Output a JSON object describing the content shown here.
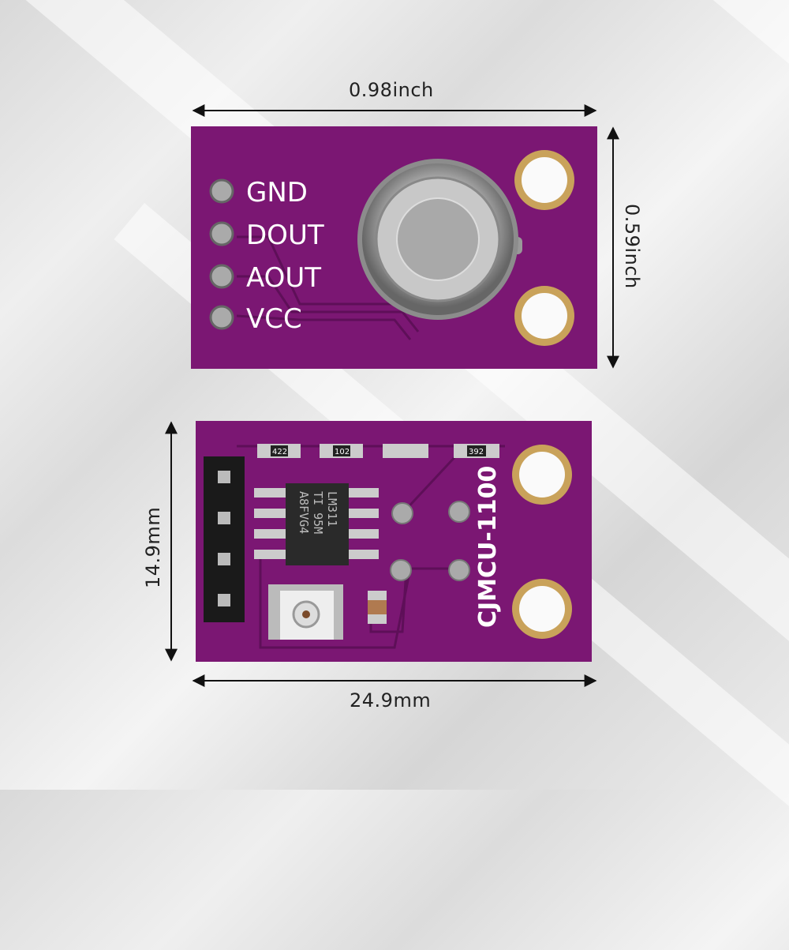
{
  "dimensions": {
    "top_width": "0.98inch",
    "top_height": "0.59inch",
    "bottom_height": "14.9mm",
    "bottom_width": "24.9mm"
  },
  "top_board": {
    "pins": [
      "GND",
      "DOUT",
      "AOUT",
      "VCC"
    ]
  },
  "bottom_board": {
    "model": "CJMCU-1100",
    "chip_lines": [
      "LM311",
      "TI 95M",
      "A8FVG4"
    ],
    "resistors": [
      "422",
      "102",
      "392"
    ]
  },
  "colors": {
    "pcb": "#7b1773",
    "pad_gold": "#c9a25a",
    "silver": "#b8b8b8",
    "silk": "#ffffff"
  }
}
